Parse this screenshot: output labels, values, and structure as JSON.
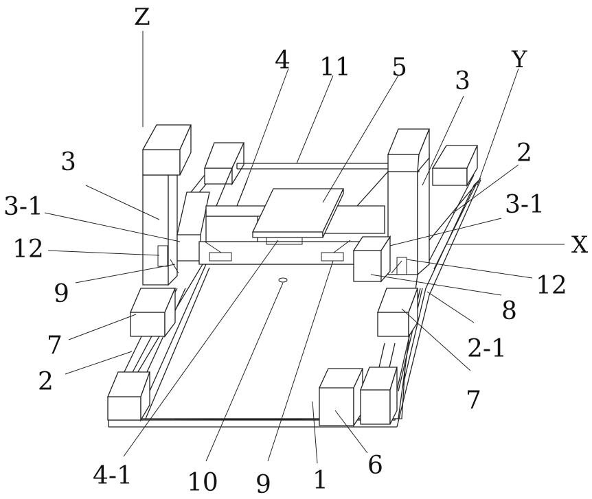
{
  "axes": {
    "z": "Z",
    "y": "Y",
    "x": "X"
  },
  "labels": {
    "l4": "4",
    "l11": "11",
    "l5": "5",
    "l3_top": "3",
    "l3_left": "3",
    "l2_right": "2",
    "l3_1_left": "3-1",
    "l3_1_right": "3-1",
    "l12_left": "12",
    "l12_right": "12",
    "l9_left": "9",
    "l8": "8",
    "l7_left": "7",
    "l2_1": "2-1",
    "l2_left": "2",
    "l7_right": "7",
    "l4_1": "4-1",
    "l10": "10",
    "l9_bottom": "9",
    "l1": "1",
    "l6": "6"
  }
}
